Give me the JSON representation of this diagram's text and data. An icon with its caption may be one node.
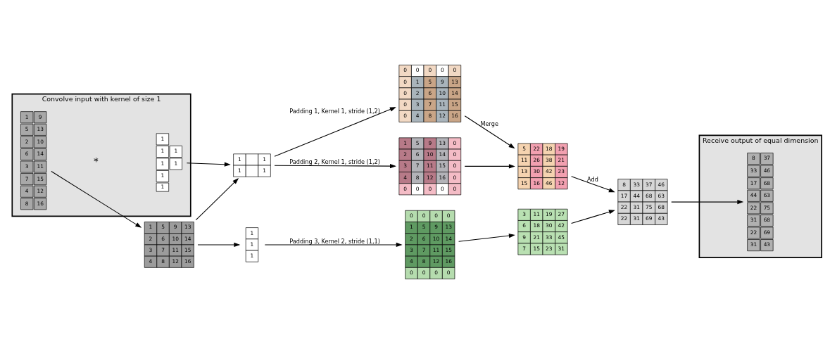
{
  "diagram": {
    "nodes": [
      {
        "text": [
          "Convolve input with kernel of size 1"
        ]
      },
      {
        "text": [
          "1",
          "9",
          "5",
          "13",
          "2",
          "10",
          "6",
          "14",
          "3",
          "11",
          "7",
          "15",
          "4",
          "12",
          "8",
          "16"
        ],
        "in": 0
      },
      {
        "text": [
          "1",
          "1",
          "1",
          "1",
          "1",
          "1",
          "1"
        ],
        "in": 0
      },
      {
        "text": [
          "1",
          "5",
          "9",
          "13",
          "2",
          "6",
          "10",
          "14",
          "3",
          "7",
          "11",
          "15",
          "4",
          "8",
          "12",
          "16"
        ]
      },
      {
        "text": [
          "1",
          "1",
          "1",
          "1"
        ]
      },
      {
        "text": [
          "1",
          "1",
          "1"
        ]
      },
      {
        "text": [
          "0",
          "0",
          "0",
          "0",
          "0",
          "0",
          "1",
          "5",
          "9",
          "13",
          "0",
          "2",
          "6",
          "10",
          "14",
          "0",
          "3",
          "7",
          "11",
          "15",
          "0",
          "4",
          "8",
          "12",
          "16"
        ]
      },
      {
        "text": [
          "1",
          "5",
          "9",
          "13",
          "0",
          "2",
          "6",
          "10",
          "14",
          "0",
          "3",
          "7",
          "11",
          "15",
          "0",
          "4",
          "8",
          "12",
          "16",
          "0",
          "0",
          "0",
          "0",
          "0",
          "0"
        ]
      },
      {
        "text": [
          "0",
          "0",
          "0",
          "0",
          "1",
          "5",
          "9",
          "13",
          "2",
          "6",
          "10",
          "14",
          "3",
          "7",
          "11",
          "15",
          "4",
          "8",
          "12",
          "16",
          "0",
          "0",
          "0",
          "0"
        ]
      },
      {
        "text": [
          "5",
          "22",
          "18",
          "19",
          "11",
          "26",
          "38",
          "21",
          "13",
          "30",
          "42",
          "23",
          "15",
          "16",
          "46",
          "12"
        ]
      },
      {
        "text": [
          "3",
          "11",
          "19",
          "27",
          "6",
          "18",
          "30",
          "42",
          "9",
          "21",
          "33",
          "45",
          "7",
          "15",
          "23",
          "31"
        ]
      },
      {
        "text": [
          "8",
          "33",
          "37",
          "46",
          "17",
          "44",
          "68",
          "63",
          "22",
          "31",
          "75",
          "68",
          "22",
          "31",
          "69",
          "43"
        ]
      },
      {
        "text": [
          "Receive output of equal dimension"
        ]
      },
      {
        "text": [
          "8",
          "37",
          "33",
          "46",
          "17",
          "68",
          "44",
          "63",
          "22",
          "75",
          "31",
          "68",
          "22",
          "69",
          "31",
          "43"
        ],
        "in": 12
      }
    ],
    "edges": [
      {
        "from": 1,
        "to": 3,
        "arrow": "to"
      },
      {
        "from": 2,
        "to": 4,
        "arrow": "to"
      },
      {
        "from": 3,
        "to": 4,
        "arrow": "to"
      },
      {
        "from": 3,
        "to": 5,
        "arrow": "to"
      },
      {
        "from": 4,
        "to": 6,
        "arrow": "to",
        "label": "Padding 1, Kernel 1, stride (1,2)"
      },
      {
        "from": 4,
        "to": 7,
        "arrow": "to",
        "label": "Padding 2, Kernel 1, stride (1,2)"
      },
      {
        "from": 5,
        "to": 8,
        "arrow": "to",
        "label": "Padding 3, Kernel 2, stride (1,1)"
      },
      {
        "from": 6,
        "to": 9,
        "arrow": "to",
        "label": "Merge"
      },
      {
        "from": 7,
        "to": 9,
        "arrow": "to"
      },
      {
        "from": 8,
        "to": 10,
        "arrow": "to"
      },
      {
        "from": 9,
        "to": 11,
        "arrow": "to",
        "label": "Add"
      },
      {
        "from": 10,
        "to": 11,
        "arrow": "to"
      },
      {
        "from": 11,
        "to": 13,
        "arrow": "to"
      }
    ],
    "labels": [
      "*"
    ]
  }
}
